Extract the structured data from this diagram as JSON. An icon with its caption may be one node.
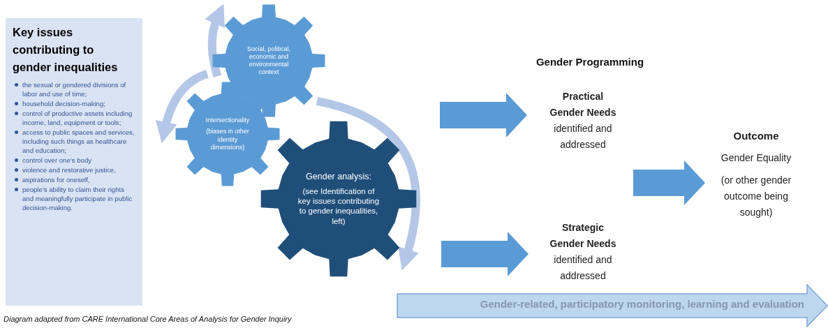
{
  "diagram": {
    "nodes": [
      {
        "text": [
          "Key issues contributing to gender inequalities",
          "the sexual or gendered divisions of labor and use of time;",
          "household decision-making;",
          "control of productive assets including income, land, equipment or tools;",
          "access to public spaces and services, including such things as healthcare and education;",
          "control over one’s body",
          "violence and restorative justice,",
          "aspirations for oneself,",
          "people’s ability to claim their rights and meaningfully participate in public decision-making."
        ]
      },
      {
        "text": [
          "Social, political, economic and environmental context"
        ]
      },
      {
        "text": [
          "Intersectionality",
          "(biases in other identity dimensions)"
        ]
      },
      {
        "text": [
          "Gender analysis:",
          "(see Identification of key issues contributing to gender inequalities, left)"
        ]
      },
      {
        "text": [
          "Practical Gender Needs",
          "identified and addressed"
        ]
      },
      {
        "text": [
          "Strategic Gender Needs",
          "identified and addressed"
        ]
      },
      {
        "text": [
          "Outcome",
          "Gender Equality",
          "(or other gender outcome being sought)"
        ]
      },
      {
        "text": [
          "Gender-related, participatory monitoring, learning and evaluation"
        ]
      }
    ],
    "edges": [
      {
        "from": 3,
        "to": 4,
        "arrow": "to"
      },
      {
        "from": 3,
        "to": 5,
        "arrow": "to"
      },
      {
        "from": 4,
        "to": 6,
        "arrow": "to"
      },
      {
        "from": 5,
        "to": 6,
        "arrow": "to"
      },
      {
        "from": 2,
        "to": 1,
        "arrow": "to"
      },
      {
        "from": 1,
        "to": 2,
        "arrow": "to"
      },
      {
        "from": 1,
        "to": 3,
        "arrow": "to"
      }
    ],
    "labels": [
      "Gender Programming"
    ],
    "caption": "Diagram adapted from CARE International Core Areas of Analysis for Gender Inquiry"
  }
}
